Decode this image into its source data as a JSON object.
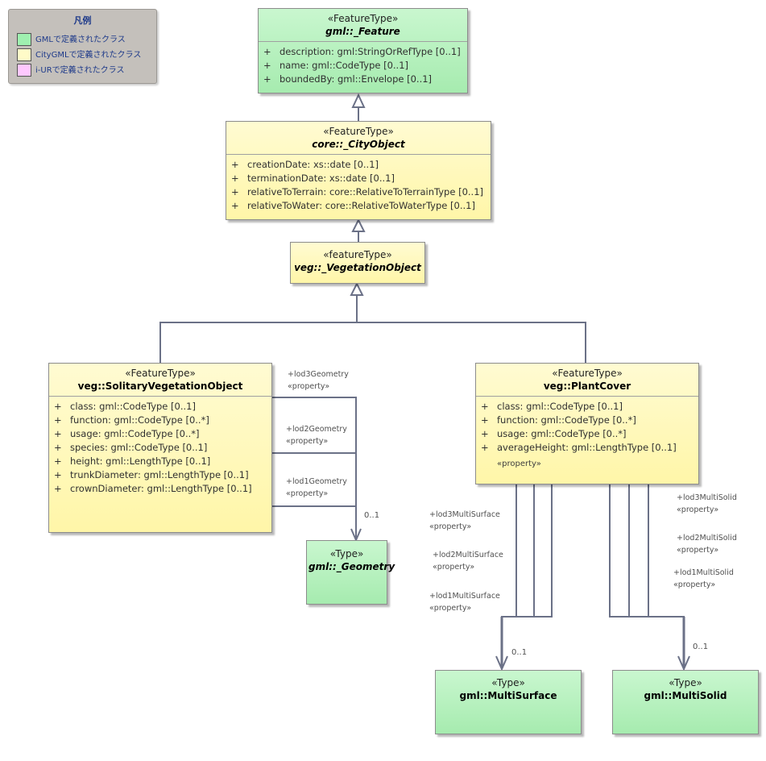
{
  "legend": {
    "title": "凡例",
    "items": [
      {
        "label": "GMLで定義されたクラス",
        "color": "#9ff0b0"
      },
      {
        "label": "CityGMLで定義されたクラス",
        "color": "#fffbc8"
      },
      {
        "label": "i-URで定義されたクラス",
        "color": "#ffc8ff"
      }
    ]
  },
  "classes": {
    "feature": {
      "stereotype": "«FeatureType»",
      "name": "gml::_Feature",
      "attributes": [
        {
          "vis": "+",
          "text": "description: gml:StringOrRefType [0..1]"
        },
        {
          "vis": "+",
          "text": "name: gml::CodeType [0..1]"
        },
        {
          "vis": "+",
          "text": "boundedBy: gml::Envelope [0..1]"
        }
      ]
    },
    "cityobject": {
      "stereotype": "«FeatureType»",
      "name": "core::_CityObject",
      "attributes": [
        {
          "vis": "+",
          "text": "creationDate: xs::date [0..1]"
        },
        {
          "vis": "+",
          "text": "terminationDate: xs::date [0..1]"
        },
        {
          "vis": "+",
          "text": "relativeToTerrain: core::RelativeToTerrainType [0..1]"
        },
        {
          "vis": "+",
          "text": "relativeToWater: core::RelativeToWaterType [0..1]"
        }
      ]
    },
    "vegobject": {
      "stereotype": "«featureType»",
      "name": "veg::_VegetationObject"
    },
    "solitary": {
      "stereotype": "«FeatureType»",
      "name": "veg::SolitaryVegetationObject",
      "attributes": [
        {
          "vis": "+",
          "text": "class: gml::CodeType [0..1]"
        },
        {
          "vis": "+",
          "text": "function: gml::CodeType [0..*]"
        },
        {
          "vis": "+",
          "text": "usage: gml::CodeType [0..*]"
        },
        {
          "vis": "+",
          "text": "species: gml::CodeType [0..1]"
        },
        {
          "vis": "+",
          "text": "height: gml::LengthType [0..1]"
        },
        {
          "vis": "+",
          "text": "trunkDiameter: gml::LengthType [0..1]"
        },
        {
          "vis": "+",
          "text": "crownDiameter: gml::LengthType [0..1]"
        }
      ]
    },
    "plantcover": {
      "stereotype": "«FeatureType»",
      "name": "veg::PlantCover",
      "attributes": [
        {
          "vis": "+",
          "text": "class: gml::CodeType [0..1]"
        },
        {
          "vis": "+",
          "text": "function: gml::CodeType [0..*]"
        },
        {
          "vis": "+",
          "text": "usage: gml::CodeType [0..*]"
        },
        {
          "vis": "+",
          "text": "averageHeight: gml::LengthType [0..1]"
        }
      ],
      "property_note": "«property»"
    },
    "geometry": {
      "stereotype": "«Type»",
      "name": "gml::_Geometry"
    },
    "multisurface": {
      "stereotype": "«Type»",
      "name": "gml::MultiSurface"
    },
    "multisolid": {
      "stereotype": "«Type»",
      "name": "gml::MultiSolid"
    }
  },
  "associations": {
    "lod3geometry": {
      "role": "+lod3Geometry",
      "stereotype": "«property»"
    },
    "lod2geometry": {
      "role": "+lod2Geometry",
      "stereotype": "«property»"
    },
    "lod1geometry": {
      "role": "+lod1Geometry",
      "stereotype": "«property»"
    },
    "lod3multisurface": {
      "role": "+lod3MultiSurface",
      "stereotype": "«property»"
    },
    "lod2multisurface": {
      "role": "+lod2MultiSurface",
      "stereotype": "«property»"
    },
    "lod1multisurface": {
      "role": "+lod1MultiSurface",
      "stereotype": "«property»"
    },
    "lod3multisolid": {
      "role": "+lod3MultiSolid",
      "stereotype": "«property»"
    },
    "lod2multisolid": {
      "role": "+lod2MultiSolid",
      "stereotype": "«property»"
    },
    "lod1multisolid": {
      "role": "+lod1MultiSolid",
      "stereotype": "«property»"
    }
  },
  "multiplicities": {
    "geometry": "0..1",
    "multisurface": "0..1",
    "multisolid": "0..1"
  }
}
